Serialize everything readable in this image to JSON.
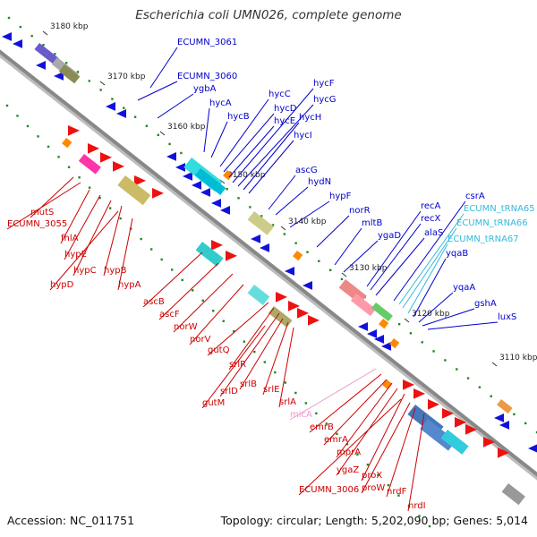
{
  "title": "Escherichia coli UMN026, complete genome",
  "footer": {
    "accession": "Accession: NC_011751",
    "topology": "Topology: circular; Length: 5,202,090 bp; Genes: 5,014"
  },
  "colors": {
    "backbone": "#888888",
    "forward_label": "#0000cc",
    "reverse_label": "#cc0000",
    "trna_label": "#33bbdd",
    "ncrna_label": "#ee99cc",
    "tick": "#228822"
  },
  "ticks": [
    {
      "label": "3180 kbp"
    },
    {
      "label": "3170 kbp"
    },
    {
      "label": "3160 kbp"
    },
    {
      "label": "3150 kbp"
    },
    {
      "label": "3140 kbp"
    },
    {
      "label": "3130 kbp"
    },
    {
      "label": "3120 kbp"
    },
    {
      "label": "3110 kbp"
    }
  ],
  "forward_genes": [
    {
      "label": "ECUMN_3061",
      "kind": "cds"
    },
    {
      "label": "ECUMN_3060",
      "kind": "cds"
    },
    {
      "label": "ygbA",
      "kind": "cds"
    },
    {
      "label": "hycA",
      "kind": "cds"
    },
    {
      "label": "hycB",
      "kind": "cds"
    },
    {
      "label": "hycC",
      "kind": "cds"
    },
    {
      "label": "hycD",
      "kind": "cds"
    },
    {
      "label": "hycE",
      "kind": "cds"
    },
    {
      "label": "hycF",
      "kind": "cds"
    },
    {
      "label": "hycG",
      "kind": "cds"
    },
    {
      "label": "hycH",
      "kind": "cds"
    },
    {
      "label": "hycI",
      "kind": "cds"
    },
    {
      "label": "ascG",
      "kind": "cds"
    },
    {
      "label": "hydN",
      "kind": "cds"
    },
    {
      "label": "hypF",
      "kind": "cds"
    },
    {
      "label": "norR",
      "kind": "cds"
    },
    {
      "label": "mltB",
      "kind": "cds"
    },
    {
      "label": "ygaD",
      "kind": "cds"
    },
    {
      "label": "recA",
      "kind": "cds"
    },
    {
      "label": "recX",
      "kind": "cds"
    },
    {
      "label": "alaS",
      "kind": "cds"
    },
    {
      "label": "csrA",
      "kind": "cds"
    },
    {
      "label": "ECUMN_tRNA65",
      "kind": "trna"
    },
    {
      "label": "ECUMN_tRNA66",
      "kind": "trna"
    },
    {
      "label": "ECUMN_tRNA67",
      "kind": "trna"
    },
    {
      "label": "yqaB",
      "kind": "cds"
    },
    {
      "label": "yqaA",
      "kind": "cds"
    },
    {
      "label": "gshA",
      "kind": "cds"
    },
    {
      "label": "luxS",
      "kind": "cds"
    }
  ],
  "reverse_genes": [
    {
      "label": "mutS",
      "kind": "cds"
    },
    {
      "label": "ECUMN_3055",
      "kind": "cds"
    },
    {
      "label": "fhlA",
      "kind": "cds"
    },
    {
      "label": "hypE",
      "kind": "cds"
    },
    {
      "label": "hypC",
      "kind": "cds"
    },
    {
      "label": "hypB",
      "kind": "cds"
    },
    {
      "label": "hypD",
      "kind": "cds"
    },
    {
      "label": "hypA",
      "kind": "cds"
    },
    {
      "label": "ascB",
      "kind": "cds"
    },
    {
      "label": "ascF",
      "kind": "cds"
    },
    {
      "label": "norW",
      "kind": "cds"
    },
    {
      "label": "norV",
      "kind": "cds"
    },
    {
      "label": "gutQ",
      "kind": "cds"
    },
    {
      "label": "srlR",
      "kind": "cds"
    },
    {
      "label": "srlD",
      "kind": "cds"
    },
    {
      "label": "srlB",
      "kind": "cds"
    },
    {
      "label": "gutM",
      "kind": "cds"
    },
    {
      "label": "srlE",
      "kind": "cds"
    },
    {
      "label": "srlA",
      "kind": "cds"
    },
    {
      "label": "micA",
      "kind": "ncrna"
    },
    {
      "label": "emrB",
      "kind": "cds"
    },
    {
      "label": "emrA",
      "kind": "cds"
    },
    {
      "label": "mprA",
      "kind": "cds"
    },
    {
      "label": "ygaZ",
      "kind": "cds"
    },
    {
      "label": "proX",
      "kind": "cds"
    },
    {
      "label": "ECUMN_3006",
      "kind": "cds"
    },
    {
      "label": "proW",
      "kind": "cds"
    },
    {
      "label": "nrdF",
      "kind": "cds"
    },
    {
      "label": "nrdI",
      "kind": "cds"
    }
  ]
}
